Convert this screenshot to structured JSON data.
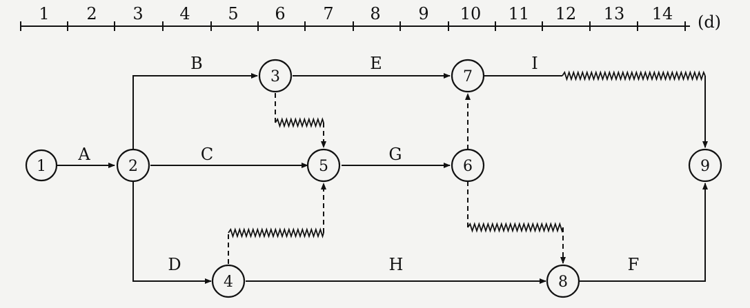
{
  "timescale": {
    "ticks": [
      "1",
      "2",
      "3",
      "4",
      "5",
      "6",
      "7",
      "8",
      "9",
      "10",
      "11",
      "12",
      "13",
      "14"
    ],
    "unit": "(d)"
  },
  "nodes": [
    "1",
    "2",
    "3",
    "4",
    "5",
    "6",
    "7",
    "8",
    "9"
  ],
  "activities": {
    "A": "A",
    "B": "B",
    "C": "C",
    "D": "D",
    "E": "E",
    "F": "F",
    "G": "G",
    "H": "H",
    "I": "I"
  }
}
